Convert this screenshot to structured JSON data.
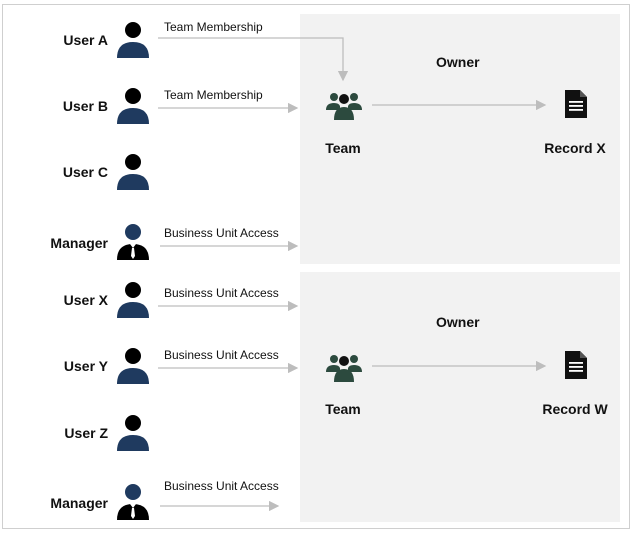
{
  "groups": [
    {
      "owner_label": "Owner",
      "team_label": "Team",
      "record_label": "Record X",
      "users": [
        {
          "name": "User A",
          "icon": "user-icon",
          "link": "Team Membership"
        },
        {
          "name": "User B",
          "icon": "user-icon",
          "link": "Team Membership"
        },
        {
          "name": "User C",
          "icon": "user-icon",
          "link": ""
        },
        {
          "name": "Manager",
          "icon": "manager-icon",
          "link": "Business Unit Access"
        }
      ]
    },
    {
      "owner_label": "Owner",
      "team_label": "Team",
      "record_label": "Record W",
      "users": [
        {
          "name": "User X",
          "icon": "user-icon",
          "link": "Business Unit Access"
        },
        {
          "name": "User Y",
          "icon": "user-icon",
          "link": "Business Unit Access"
        },
        {
          "name": "User Z",
          "icon": "user-icon",
          "link": ""
        },
        {
          "name": "Manager",
          "icon": "manager-icon",
          "link": "Business Unit Access"
        }
      ]
    }
  ],
  "colors": {
    "person_body": "#1f3a5f",
    "team_icon": "#2c4a3e",
    "panel_bg": "#f2f2f2",
    "arrow": "#bdbdbd"
  }
}
